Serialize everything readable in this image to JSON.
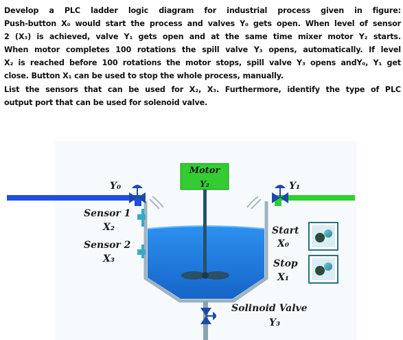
{
  "question": {
    "lines": [
      "Develop a PLC ladder logic diagram for industrial process given in figure:",
      "Push-button X₀ would start the process and valves Y₀ gets open. When level of sensor",
      "2 (X₃) is achieved, valve Y₁ gets open and at the same time mixer motor Y₂ starts.",
      "When motor completes 100 rotations the spill valve Y₃ opens, automatically. If level",
      "X₂ is reached before 100 rotations the motor stops, spill valve Y₃ opens andY₀, Y₁ get",
      "close. Button X₁ can be used to stop the whole process, manually.",
      "List the sensors that can be used for X₂, X₃. Furthermore, identify the type of PLC",
      "output port that can be used for solenoid valve."
    ]
  },
  "figure": {
    "motor_label": "Motor",
    "motor_var": "Y₂",
    "valve_y0": "Y₀",
    "valve_y1": "Y₁",
    "sensor1_label": "Sensor 1",
    "sensor1_var": "X₂",
    "sensor2_label": "Sensor 2",
    "sensor2_var": "X₃",
    "start_label": "Start",
    "start_var": "X₀",
    "stop_label": "Stop",
    "stop_var": "X₁",
    "solenoid_label": "Solinoid Valve",
    "solenoid_var": "Y₃",
    "colors": {
      "pipe_left": "#1f4fe0",
      "pipe_right": "#2fd12f",
      "motor_box": "#33cc33",
      "liquid": "#1d7fe6",
      "tank_outline": "#8aa3b3",
      "sensor": "#3aa9c9",
      "button_housing": "#3f9fb4",
      "valve_body": "#1d4aa8"
    }
  }
}
